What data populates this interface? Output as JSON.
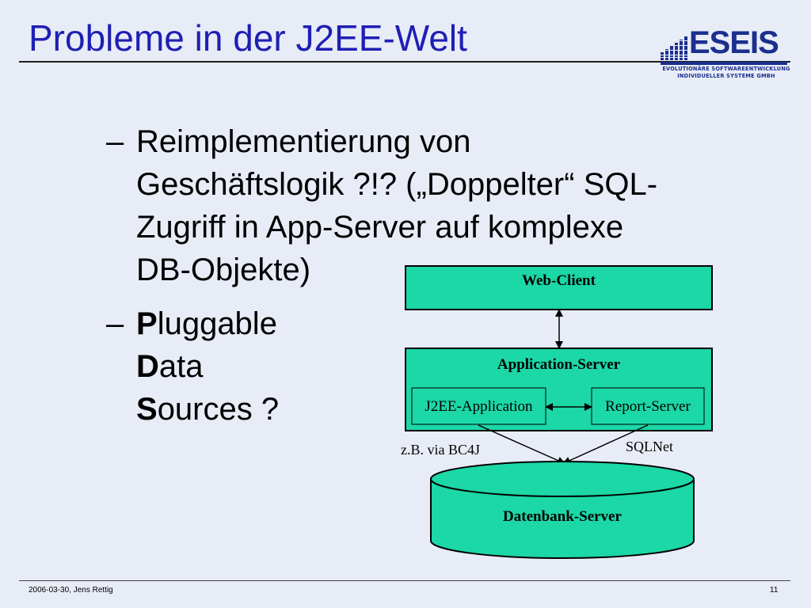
{
  "slide": {
    "title": "Probleme in der J2EE-Welt",
    "logo": {
      "name": "ESEIS",
      "line1": "EVOLUTIONÄRE SOFTWAREENTWICKLUNG",
      "line2": "INDIVIDUELLER SYSTEME GMBH",
      "color": "#1b2f8e"
    },
    "bullets": [
      {
        "dash": "–",
        "lines": [
          "Reimplementierung von",
          "Geschäftslogik ?!? („Doppelter“ SQL-",
          "Zugriff in App-Server auf komplexe",
          "DB-Objekte)"
        ]
      },
      {
        "dash": "–",
        "lines": [
          {
            "bold": "P",
            "rest": "luggable"
          },
          {
            "bold": "D",
            "rest": "ata"
          },
          {
            "bold": "S",
            "rest": "ources ?"
          }
        ]
      }
    ],
    "diagram": {
      "fill_color": "#1cd7a6",
      "web_client": "Web-Client",
      "app_server": "Application-Server",
      "j2ee_app": "J2EE-Application",
      "report_server": "Report-Server",
      "via_label": "z.B. via BC4J",
      "sqlnet_label": "SQLNet",
      "db_server": "Datenbank-Server"
    },
    "footer": {
      "date_author": "2006-03-30, Jens Rettig",
      "page_number": "11"
    }
  }
}
